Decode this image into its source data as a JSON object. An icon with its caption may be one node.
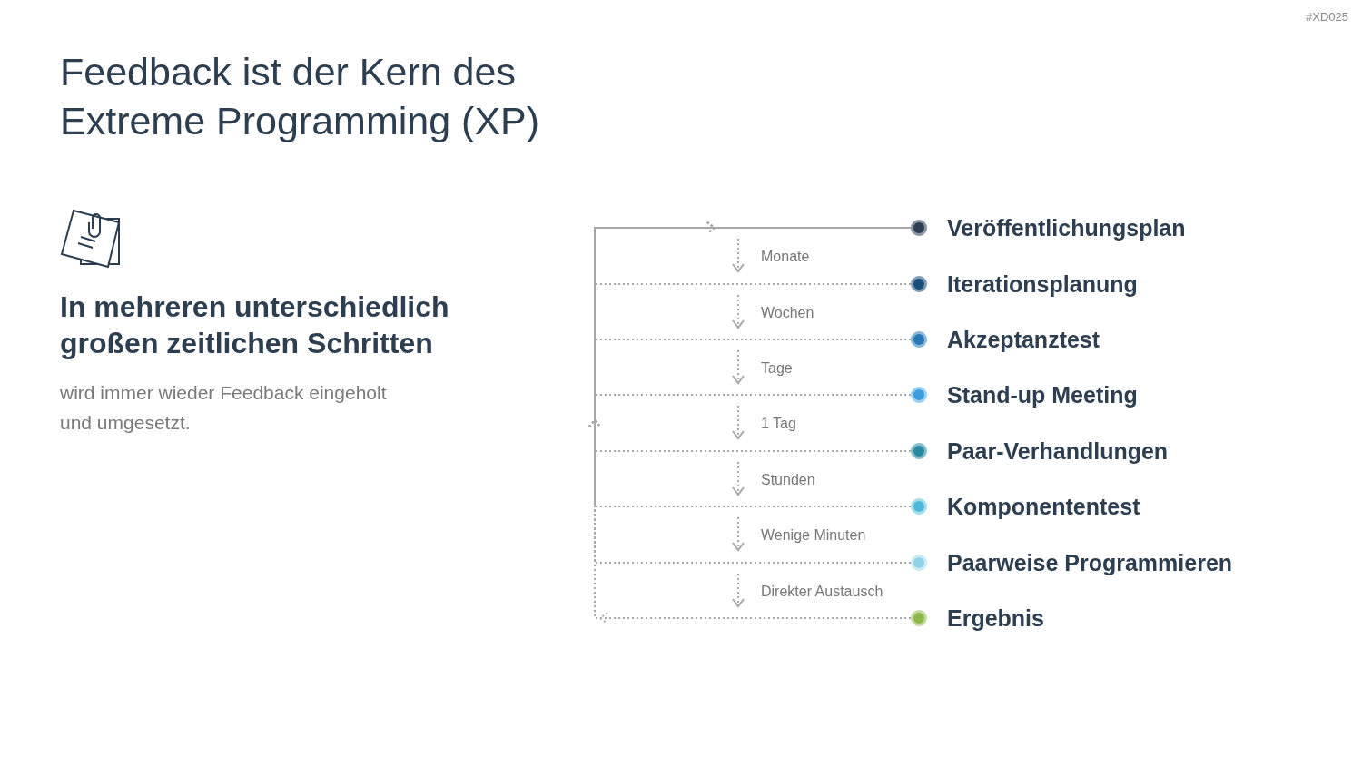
{
  "diagram": {
    "title": "Feedback ist der Kern des Extreme Programming (XP)",
    "nodes": [
      {
        "text": [
          "Veröffentlichungsplan"
        ]
      },
      {
        "text": [
          "Iterationsplanung"
        ]
      },
      {
        "text": [
          "Akzeptanztest"
        ]
      },
      {
        "text": [
          "Stand-up Meeting"
        ]
      },
      {
        "text": [
          "Paar-Verhandlungen"
        ]
      },
      {
        "text": [
          "Komponententest"
        ]
      },
      {
        "text": [
          "Paarweise Programmieren"
        ]
      },
      {
        "text": [
          "Ergebnis"
        ]
      }
    ],
    "edges": [
      {
        "from": 1,
        "to": 0,
        "arrow": "to"
      },
      {
        "from": 2,
        "to": 0,
        "arrow": "to"
      },
      {
        "from": 3,
        "to": 0,
        "arrow": "to"
      },
      {
        "from": 4,
        "to": 0,
        "arrow": "to"
      },
      {
        "from": 5,
        "to": 0,
        "arrow": "to"
      },
      {
        "from": 6,
        "to": 0,
        "arrow": "to"
      },
      {
        "from": 7,
        "to": 0,
        "arrow": "to"
      }
    ],
    "labels": [
      "#XD025",
      "In mehreren unterschiedlich großen zeitlichen Schritten",
      "wird immer wieder Feedback eingeholt und umgesetzt.",
      "Monate",
      "Wochen",
      "Tage",
      "1 Tag",
      "Stunden",
      "Wenige Minuten",
      "Direkter Austausch"
    ]
  }
}
